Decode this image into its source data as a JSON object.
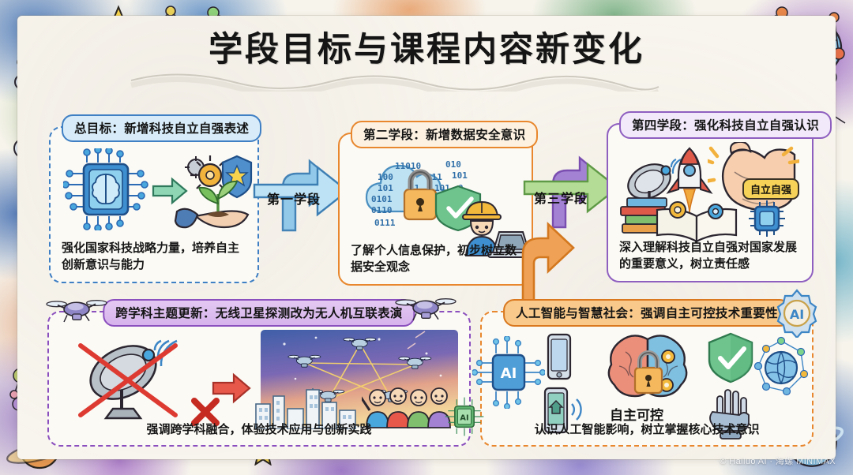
{
  "poster": {
    "title": "学段目标与课程内容新变化",
    "background_color": "#f8f5ee",
    "watermark": "© Hailuo AI · 海螺 MINIMAX"
  },
  "cards": [
    {
      "id": "card1",
      "header": "总目标：新增科技自立自强表述",
      "body": "强化国家科技战略力量，培养自主创新意识与能力",
      "accent_color": "#3f7fc4",
      "header_bg": "#d7ecf8",
      "border_style": "dashed",
      "icons": [
        "chip-brain-icon",
        "arrow-right-icon",
        "hand-sprout-icon",
        "gear-icon",
        "shield-star-icon"
      ]
    },
    {
      "id": "card2",
      "header": "第二学段：新增数据安全意识",
      "body": "了解个人信息保护，初步树立数据安全观念",
      "accent_color": "#e8872e",
      "header_bg": "#fdf2e2",
      "border_style": "solid",
      "icons": [
        "cloud-binary-icon",
        "padlock-icon",
        "shield-check-icon",
        "engineer-laptop-icon"
      ]
    },
    {
      "id": "card3",
      "header": "第四学段：强化科技自立自强认识",
      "body": "深入理解科技自立自强对国家发展的重要意义，树立责任感",
      "accent_color": "#8f5fc0",
      "header_bg": "#f2eafa",
      "border_style": "solid",
      "badge": "自立自强",
      "icons": [
        "satellite-dish-icon",
        "rocket-icon",
        "books-icon",
        "open-book-gear-icon",
        "flexed-arm-icon",
        "chip-icon"
      ]
    },
    {
      "id": "card4",
      "header": "跨学科主题更新：无线卫星探测改为无人机互联表演",
      "body": "强调跨学科融合，体验技术应用与创新实践",
      "accent_color": "#8b4fbe",
      "header_bg": "#dcbcef",
      "border_style": "dashed",
      "icons": [
        "satellite-dish-crossed-icon",
        "red-x-icon",
        "arrow-right-icon",
        "drone-swarm-icon",
        "city-skyline-icon",
        "crowd-icon",
        "drone-icon"
      ]
    },
    {
      "id": "card5",
      "header": "人工智能与智慧社会：强调自主可控技术重要性",
      "body": "认识人工智能影响，树立掌握核心技术意识",
      "accent_color": "#e8872e",
      "header_bg": "#f8c98a",
      "border_style": "dashed",
      "center_label": "自主可控",
      "icons": [
        "ai-chip-icon",
        "smartphone-icon",
        "smart-home-phone-icon",
        "brain-lock-icon",
        "shield-check-icon",
        "robot-hand-icon",
        "globe-network-icon",
        "ai-gear-icon"
      ]
    }
  ],
  "connectors": [
    {
      "id": "stage1",
      "label": "第一学段",
      "color": "#6fb6e0",
      "from": "card1",
      "to": "card2"
    },
    {
      "id": "stage3",
      "label": "第三学段",
      "color": "#8cc26a",
      "from": "card2",
      "to": "card3"
    },
    {
      "id": "stage-up",
      "label": "",
      "color": "#e8872e",
      "from": "card5",
      "to": "stage3"
    }
  ],
  "decorations": {
    "border_items": [
      "saturn-icon",
      "drone-icon",
      "star-icon",
      "robot-arm-icon",
      "satellite-icon",
      "globe-icon",
      "network-nodes-icon",
      "rocket-icon",
      "planet-icon"
    ],
    "wash_colors": [
      "#3c6eb4",
      "#8c50be",
      "#46a0be",
      "#e1823c",
      "#4696 5a"
    ]
  }
}
